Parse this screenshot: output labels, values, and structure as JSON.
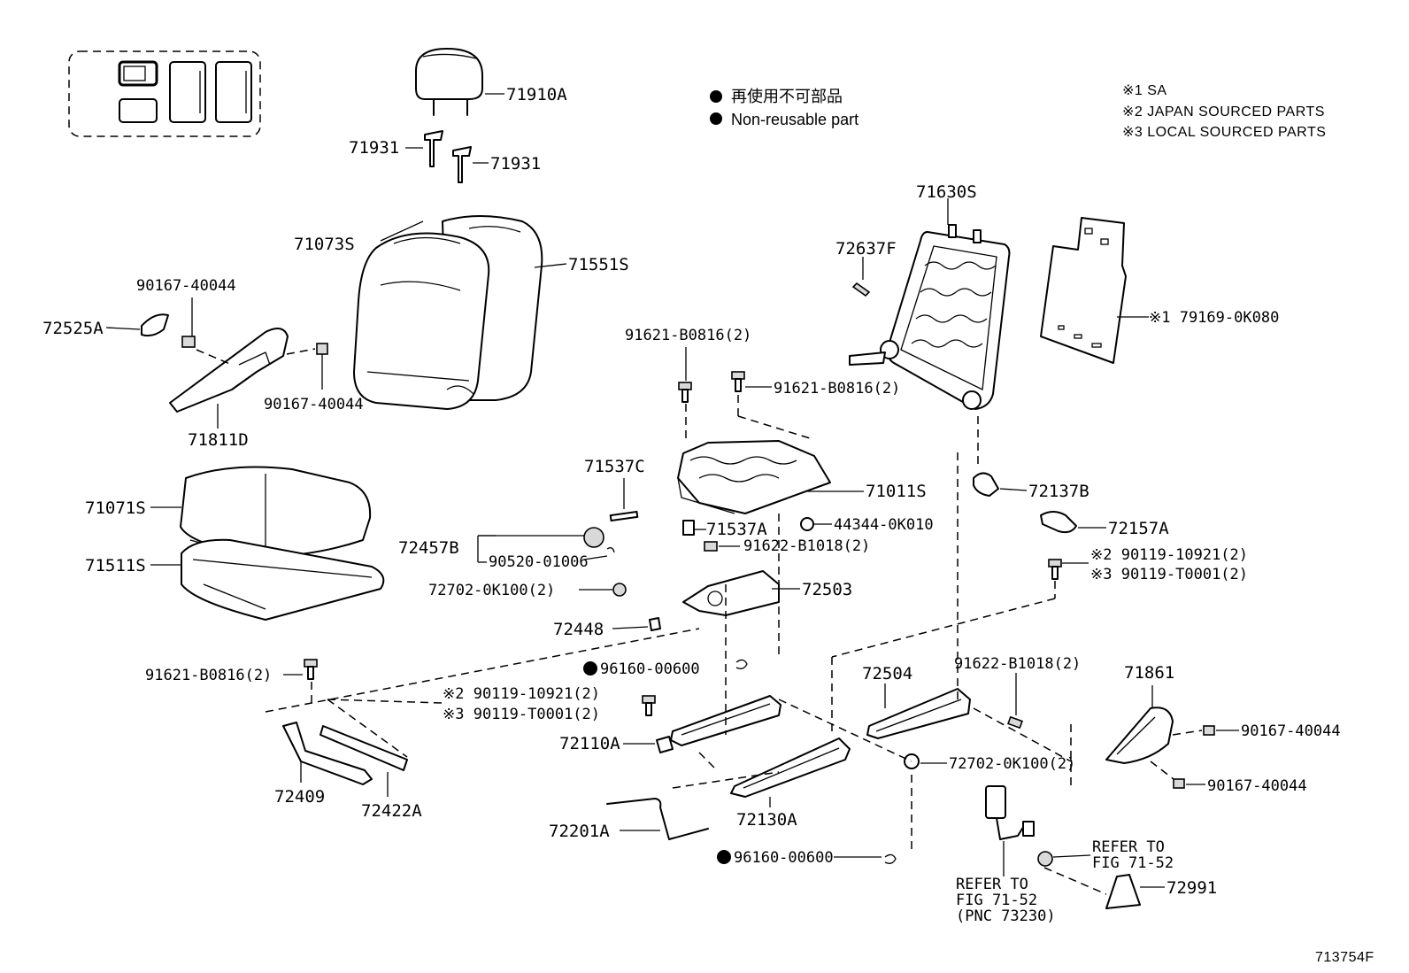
{
  "legend": {
    "nonreusable_jp": "再使用不可部品",
    "nonreusable_en": "Non-reusable part"
  },
  "notes": [
    "※1 SA",
    "※2 JAPAN SOURCED PARTS",
    "※3 LOCAL SOURCED PARTS"
  ],
  "figure_id": "713754F",
  "parts": {
    "p71910A": "71910A",
    "p71931a": "71931",
    "p71931b": "71931",
    "p71073S": "71073S",
    "p71551S": "71551S",
    "p90167a": "90167-40044",
    "p72525A": "72525A",
    "p90167b": "90167-40044",
    "p71811D": "71811D",
    "p71071S": "71071S",
    "p71511S": "71511S",
    "p71630S": "71630S",
    "p72637F": "72637F",
    "p79169": "※1 79169-0K080",
    "p91621a": "91621-B0816(2)",
    "p91621b": "91621-B0816(2)",
    "p71537C": "71537C",
    "p71011S": "71011S",
    "p71537A": "71537A",
    "p44344": "44344-0K010",
    "p72457B": "72457B",
    "p90520": "90520-01006",
    "p91622a": "91622-B1018(2)",
    "p72503": "72503",
    "p72702a": "72702-0K100(2)",
    "p72448": "72448",
    "p72137B": "72137B",
    "p72157A": "72157A",
    "p90119a1": "※2 90119-10921(2)",
    "p90119a2": "※3 90119-T0001(2)",
    "p96160a": "96160-00600",
    "p91621c": "91621-B0816(2)",
    "p90119b1": "※2 90119-10921(2)",
    "p90119b2": "※3 90119-T0001(2)",
    "p72110A": "72110A",
    "p72504": "72504",
    "p91622b": "91622-B1018(2)",
    "p71861": "71861",
    "p90167c": "90167-40044",
    "p90167d": "90167-40044",
    "p72702b": "72702-0K100(2)",
    "p72409": "72409",
    "p72422A": "72422A",
    "p72130A": "72130A",
    "p72201A": "72201A",
    "p96160b": "96160-00600",
    "p72991": "72991"
  },
  "refers": {
    "refer1_l1": "REFER TO",
    "refer1_l2": "FIG 71-52",
    "refer2_l1": "REFER TO",
    "refer2_l2": "FIG 71-52",
    "refer2_l3": "(PNC 73230)"
  }
}
